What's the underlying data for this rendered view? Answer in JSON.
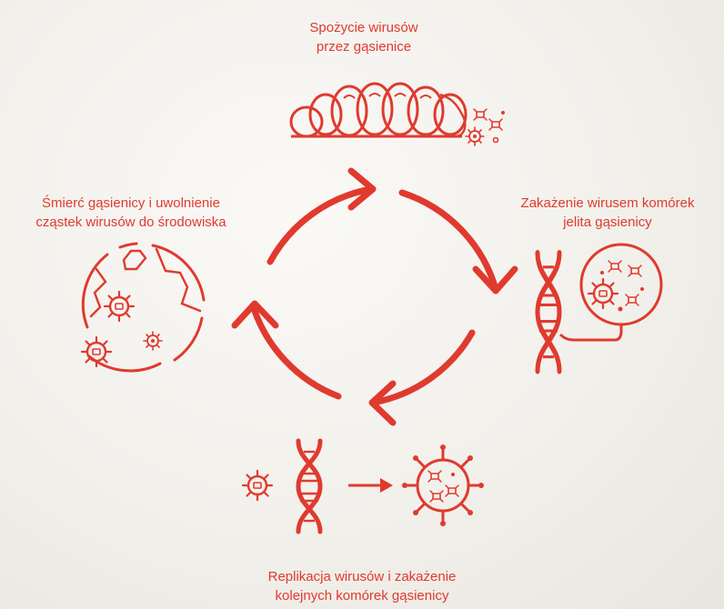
{
  "theme": {
    "accent": "#e03a2f"
  },
  "stages": {
    "top": {
      "lines": [
        "Spożycie wirusów",
        "przez gąsienice"
      ],
      "icon": "caterpillar-icon"
    },
    "right": {
      "lines": [
        "Zakażenie wirusem komórek",
        "jelita gąsienicy"
      ],
      "icon": "dna-infected-cell-icon"
    },
    "bottom": {
      "lines": [
        "Replikacja wirusów i zakażenie",
        "kolejnych komórek gąsienicy"
      ],
      "icon": "virus-replication-icon"
    },
    "left": {
      "lines": [
        "Śmierć gąsienicy i uwolnienie",
        "cząstek wirusów do środowiska"
      ],
      "icon": "ruptured-cell-icon"
    }
  }
}
